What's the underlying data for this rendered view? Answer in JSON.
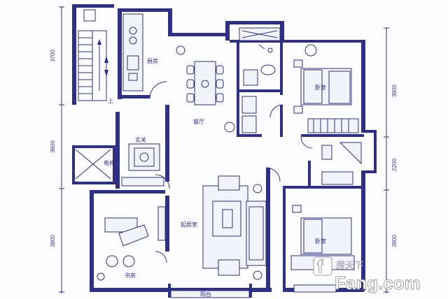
{
  "rooms": {
    "kitchen": "厨房",
    "dining": "餐厅",
    "bedroom_top": "卧室",
    "bedroom_bottom": "卧室",
    "entrance": "玄关",
    "elevator": "电梯",
    "living": "起居室",
    "study": "书房",
    "stairs_up": "上",
    "balcony": "阳台"
  },
  "dimensions": {
    "left": [
      "3700",
      "3600",
      "3800"
    ],
    "right": [
      "3800",
      "2200",
      "3800"
    ]
  },
  "watermark": {
    "line1": "房天下",
    "line2": "Fang.com"
  },
  "colors": {
    "ink": "#2e2f86"
  }
}
